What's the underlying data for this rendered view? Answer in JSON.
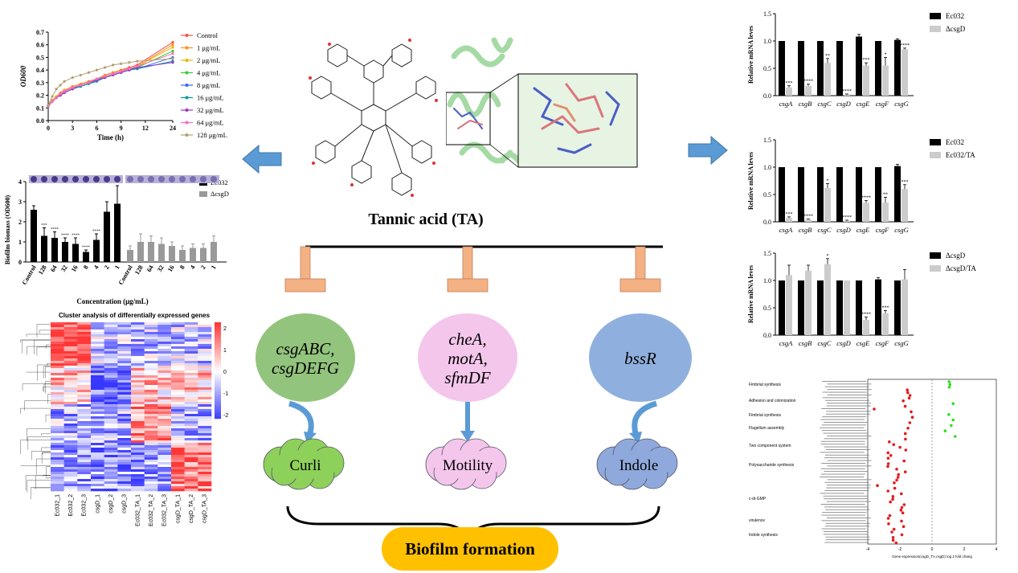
{
  "center": {
    "title": "Tannic acid (TA)",
    "bottom_label": "Biofilm formation",
    "genes": [
      {
        "lines": [
          "csgABC,",
          "csgDEFG"
        ],
        "color": "#93c47d",
        "outcome": "Curli",
        "outcome_color": "#8ed15a"
      },
      {
        "lines": [
          "cheA,",
          "motA,",
          "sfmDF"
        ],
        "color": "#f4c6ec",
        "outcome": "Motility",
        "outcome_color": "#f4c6ec"
      },
      {
        "lines": [
          "bssR"
        ],
        "color": "#8fb0de",
        "outcome": "Indole",
        "outcome_color": "#8fa9dc"
      }
    ],
    "colors": {
      "inhibitor": "#f4b183",
      "arrow": "#5b9bd5",
      "biofilm": "#ffc000"
    }
  },
  "growth_chart": {
    "type": "line",
    "ylabel": "OD600",
    "xlabel": "Time (h)",
    "x": [
      0,
      0.5,
      1,
      1.5,
      2,
      3,
      4,
      5,
      6,
      7,
      8,
      9,
      10,
      11,
      24
    ],
    "xticks": [
      "0",
      "3",
      "6",
      "9",
      "12",
      "24"
    ],
    "yticks": [
      "0.0",
      "0.1",
      "0.2",
      "0.3",
      "0.4",
      "0.5",
      "0.6",
      "0.7"
    ],
    "ylim": [
      0,
      0.7
    ],
    "series": [
      {
        "name": "Control",
        "color": "#ff4d4d",
        "values": [
          0.12,
          0.16,
          0.19,
          0.22,
          0.24,
          0.27,
          0.29,
          0.31,
          0.33,
          0.36,
          0.38,
          0.4,
          0.42,
          0.44,
          0.62
        ]
      },
      {
        "name": "1 μg/mL",
        "color": "#ff8c1a",
        "values": [
          0.12,
          0.16,
          0.19,
          0.22,
          0.24,
          0.27,
          0.29,
          0.31,
          0.33,
          0.36,
          0.38,
          0.4,
          0.41,
          0.43,
          0.6
        ]
      },
      {
        "name": "2 μg/mL",
        "color": "#e6b800",
        "values": [
          0.11,
          0.16,
          0.19,
          0.21,
          0.23,
          0.26,
          0.28,
          0.3,
          0.33,
          0.35,
          0.37,
          0.39,
          0.41,
          0.43,
          0.58
        ]
      },
      {
        "name": "4 μg/mL",
        "color": "#33cc33",
        "values": [
          0.11,
          0.15,
          0.18,
          0.21,
          0.23,
          0.26,
          0.28,
          0.3,
          0.32,
          0.35,
          0.37,
          0.39,
          0.41,
          0.42,
          0.55
        ]
      },
      {
        "name": "8 μg/mL",
        "color": "#3366ff",
        "values": [
          0.11,
          0.15,
          0.18,
          0.2,
          0.22,
          0.25,
          0.27,
          0.29,
          0.32,
          0.34,
          0.36,
          0.38,
          0.4,
          0.41,
          0.5
        ]
      },
      {
        "name": "16 μg/mL",
        "color": "#009999",
        "values": [
          0.11,
          0.15,
          0.18,
          0.2,
          0.22,
          0.25,
          0.27,
          0.29,
          0.31,
          0.34,
          0.36,
          0.38,
          0.4,
          0.41,
          0.47
        ]
      },
      {
        "name": "32 μg/mL",
        "color": "#9933cc",
        "values": [
          0.11,
          0.15,
          0.18,
          0.2,
          0.22,
          0.25,
          0.28,
          0.3,
          0.32,
          0.34,
          0.36,
          0.38,
          0.4,
          0.42,
          0.46
        ]
      },
      {
        "name": "64 μg/mL",
        "color": "#ff66cc",
        "values": [
          0.11,
          0.15,
          0.18,
          0.21,
          0.23,
          0.26,
          0.28,
          0.3,
          0.33,
          0.35,
          0.37,
          0.39,
          0.41,
          0.43,
          0.53
        ]
      },
      {
        "name": "128 μg/mL",
        "color": "#b3a070",
        "values": [
          0.12,
          0.19,
          0.25,
          0.28,
          0.31,
          0.34,
          0.36,
          0.38,
          0.4,
          0.42,
          0.44,
          0.45,
          0.46,
          0.47,
          0.49
        ]
      }
    ]
  },
  "biofilm_chart": {
    "type": "bar",
    "ylabel": "Biofilm biomass (OD600)",
    "xlabel": "Concentration (μg/mL)",
    "categories": [
      "Control",
      "128",
      "64",
      "32",
      "16",
      "8",
      "4",
      "2",
      "1"
    ],
    "yticks": [
      "0",
      "1",
      "2",
      "3",
      "4"
    ],
    "ylim": [
      0,
      4
    ],
    "series": [
      {
        "name": "Ec032",
        "color": "#000000",
        "values": [
          2.6,
          1.3,
          1.2,
          1.0,
          0.9,
          0.5,
          1.1,
          2.5,
          2.9
        ],
        "errors": [
          0.2,
          0.4,
          0.3,
          0.2,
          0.3,
          0.1,
          0.3,
          0.5,
          0.9
        ],
        "labels": [
          "",
          "***",
          "****",
          "****",
          "****",
          "****",
          "****",
          "",
          ""
        ]
      },
      {
        "name": "ΔcsgD",
        "color": "#999999",
        "values": [
          0.6,
          1.0,
          1.0,
          0.9,
          0.8,
          0.6,
          0.7,
          0.7,
          1.0
        ],
        "errors": [
          0.2,
          0.4,
          0.3,
          0.3,
          0.2,
          0.2,
          0.2,
          0.2,
          0.3
        ],
        "labels": [
          "",
          "",
          "",
          "",
          "",
          "",
          "",
          "",
          ""
        ]
      }
    ]
  },
  "heatmap": {
    "type": "heatmap",
    "title": "Cluster analysis of differentially expressed genes",
    "columns": [
      "Ec032_1",
      "Ec032_2",
      "Ec032_3",
      "csgD_1",
      "csgD_2",
      "csgD_3",
      "Ec032_TA_1",
      "Ec032_TA_2",
      "Ec032_TA_3",
      "csgD_TA_1",
      "csgD_TA_2",
      "csgD_TA_3"
    ],
    "scale_ticks": [
      "2",
      "1",
      "0",
      "-1",
      "-2"
    ]
  },
  "mrna_charts": [
    {
      "type": "bar",
      "ylabel": "Relative mRNA leves",
      "categories": [
        "csgA",
        "csgB",
        "csgC",
        "csgD",
        "csgE",
        "csgF",
        "csgG"
      ],
      "yticks": [
        "0.0",
        "0.5",
        "1.0",
        "1.5"
      ],
      "ylim": [
        0,
        1.5
      ],
      "series": [
        {
          "name": "Ec032",
          "color": "#000000",
          "values": [
            1.0,
            1.0,
            1.0,
            1.0,
            1.08,
            1.0,
            1.02
          ],
          "errors": [
            0,
            0,
            0,
            0,
            0.04,
            0,
            0.02
          ],
          "labels": [
            "",
            "",
            "",
            "",
            "",
            "",
            ""
          ]
        },
        {
          "name": "ΔcsgD",
          "color": "#cccccc",
          "values": [
            0.15,
            0.18,
            0.6,
            0.02,
            0.55,
            0.55,
            0.85
          ],
          "errors": [
            0.03,
            0.03,
            0.08,
            0.01,
            0.05,
            0.15,
            0.02
          ],
          "labels": [
            "***",
            "****",
            "**",
            "****",
            "***",
            "*",
            "****"
          ]
        }
      ]
    },
    {
      "type": "bar",
      "ylabel": "Relative mRNA leves",
      "categories": [
        "csgA",
        "csgB",
        "csgC",
        "csgD",
        "csgE",
        "csgF",
        "csgG"
      ],
      "yticks": [
        "0.0",
        "0.5",
        "1.0",
        "1.5"
      ],
      "ylim": [
        0,
        1.5
      ],
      "series": [
        {
          "name": "Ec032",
          "color": "#000000",
          "values": [
            1.0,
            1.0,
            1.0,
            1.0,
            1.0,
            1.0,
            1.02
          ],
          "errors": [
            0,
            0,
            0,
            0,
            0,
            0,
            0.03
          ],
          "labels": [
            "",
            "",
            "",
            "",
            "",
            "",
            ""
          ]
        },
        {
          "name": "Ec032/TA",
          "color": "#cccccc",
          "values": [
            0.07,
            0.04,
            0.62,
            0.02,
            0.35,
            0.35,
            0.6
          ],
          "errors": [
            0.02,
            0.01,
            0.08,
            0.01,
            0.04,
            0.1,
            0.08
          ],
          "labels": [
            "***",
            "****",
            "*",
            "****",
            "****",
            "**",
            "***"
          ]
        }
      ]
    },
    {
      "type": "bar",
      "ylabel": "Relative mRNA leves",
      "categories": [
        "csgA",
        "csgB",
        "csgC",
        "csgD",
        "csgE",
        "csgF",
        "csgG"
      ],
      "yticks": [
        "0.0",
        "0.5",
        "1.0",
        "1.5"
      ],
      "ylim": [
        0,
        1.5
      ],
      "series": [
        {
          "name": "ΔcsgD",
          "color": "#000000",
          "values": [
            1.0,
            1.0,
            1.0,
            1.0,
            1.0,
            1.02,
            1.0
          ],
          "errors": [
            0,
            0,
            0,
            0,
            0,
            0.03,
            0
          ],
          "labels": [
            "",
            "",
            "",
            "",
            "",
            "",
            ""
          ]
        },
        {
          "name": "ΔcsgD/TA",
          "color": "#cccccc",
          "values": [
            1.1,
            1.18,
            1.3,
            1.0,
            0.28,
            0.4,
            1.02
          ],
          "errors": [
            0.18,
            0.1,
            0.1,
            0,
            0.05,
            0.05,
            0.18
          ],
          "labels": [
            "",
            "",
            "*",
            "",
            "****",
            "***",
            ""
          ]
        }
      ]
    }
  ],
  "dot_plot": {
    "type": "scatter",
    "xlabel": "Gene expression(csgD_TA.csgD) log 2 fold chang",
    "xticks": [
      "-4",
      "-2",
      "0",
      "2",
      "4"
    ],
    "categories": [
      "Fimbrial synthesis",
      "Adhesion and colonization",
      "Fimbrial synthesis",
      "Flagellum assembly",
      "Two component system",
      "Polysaccharide synthesis",
      "c-di-GMP",
      "virulence",
      "Indole synthesis"
    ]
  }
}
